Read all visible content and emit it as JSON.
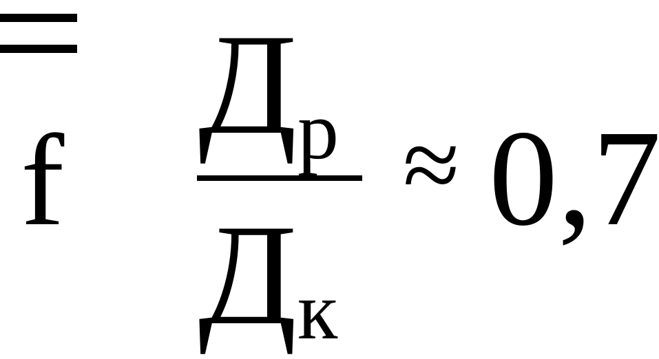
{
  "formula": {
    "lhs": "f",
    "numerator": {
      "main": "Д",
      "subscript": "р"
    },
    "denominator": {
      "main": "Д",
      "subscript": "к"
    },
    "relation": "≈",
    "value": "0,7"
  }
}
